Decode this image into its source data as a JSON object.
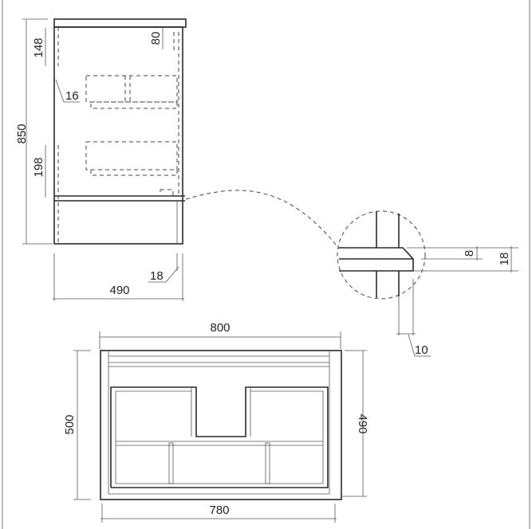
{
  "side_view": {
    "dim_total_height": "850",
    "dim_top_gap": "148",
    "dim_bottom_gap": "198",
    "dim_panel_offset": "16",
    "dim_back_drop": "80",
    "dim_depth": "490",
    "dim_back_thickness": "18"
  },
  "detail_view": {
    "dim_groove": "8",
    "dim_panel": "18",
    "dim_setback": "10"
  },
  "plan_view": {
    "dim_top_width": "800",
    "dim_bottom_width": "780",
    "dim_left_depth": "500",
    "dim_right_depth": "490"
  }
}
